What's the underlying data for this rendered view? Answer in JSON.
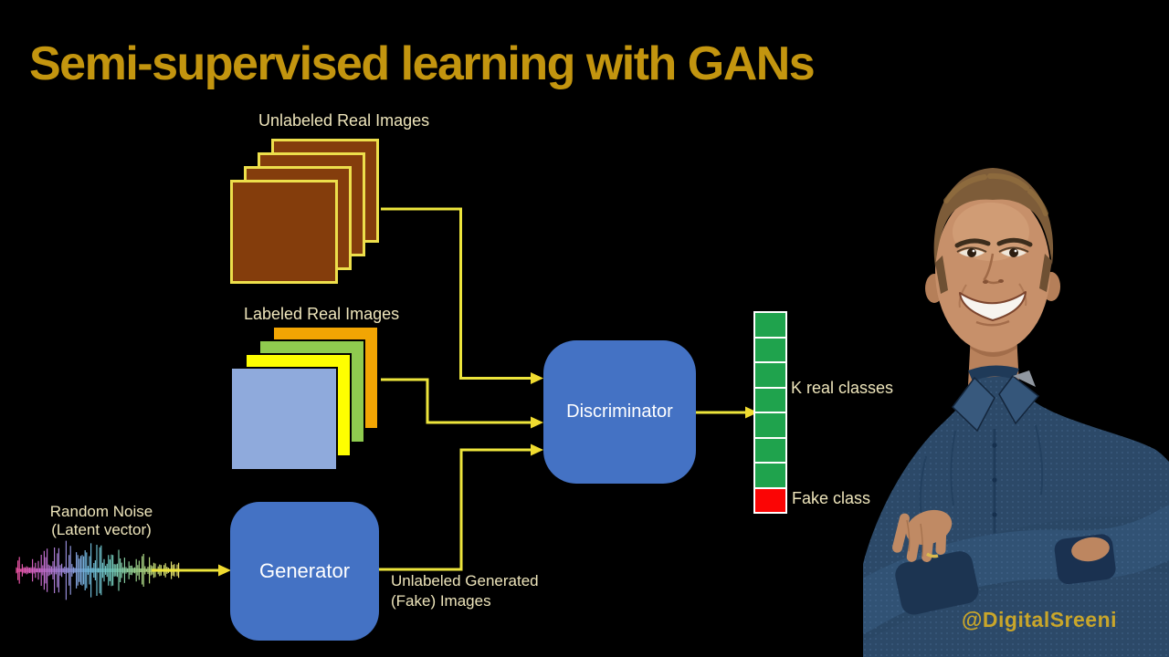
{
  "slide": {
    "title": "Semi-supervised learning with GANs",
    "title_color": "#C3950F",
    "background": "#000000",
    "watermark": "@DigitalSreeni",
    "watermark_color": "#C9A62A"
  },
  "labels": {
    "unlabeled_stack": "Unlabeled Real Images",
    "labeled_stack": "Labeled Real Images",
    "noise_line1": "Random Noise",
    "noise_line2": "(Latent vector)",
    "generated_line1": "Unlabeled Generated",
    "generated_line2": "(Fake) Images",
    "k_real": "K real classes",
    "fake": "Fake class",
    "label_color": "#EEE5BB"
  },
  "nodes": {
    "generator": {
      "label": "Generator",
      "fill": "#4472C4",
      "text_color": "#FFFFFF"
    },
    "discriminator": {
      "label": "Discriminator",
      "fill": "#4472C4",
      "text_color": "#FFFFFF"
    }
  },
  "stacks": {
    "unlabeled": {
      "count": 4,
      "fill": "#843D0C",
      "border": "#EDDF4B"
    },
    "labeled": {
      "fills": [
        "#F2A503",
        "#8FCB4F",
        "#FEFE00",
        "#8FAADC"
      ],
      "border": "#000000"
    }
  },
  "output_vector": {
    "cells": [
      "#1FA34D",
      "#1FA34D",
      "#1FA34D",
      "#1FA34D",
      "#1FA34D",
      "#1FA34D",
      "#1FA34D",
      "#FB0505"
    ],
    "k_real_count": 7,
    "fake_count": 1,
    "background": "#FFFFFF"
  },
  "connectors": {
    "line_color": "#EDE53C",
    "arrow_color": "#F0DB30",
    "line_width": 3
  },
  "noise_wave": {
    "gradient": [
      "#E8509E",
      "#C767C9",
      "#9A85D6",
      "#6FB5DC",
      "#6EC8BE",
      "#93CD8E",
      "#C3D872",
      "#EEE26A"
    ]
  },
  "presenter": {
    "description": "Smiling man with short brown hair, navy dotted shirt, arms crossed"
  }
}
